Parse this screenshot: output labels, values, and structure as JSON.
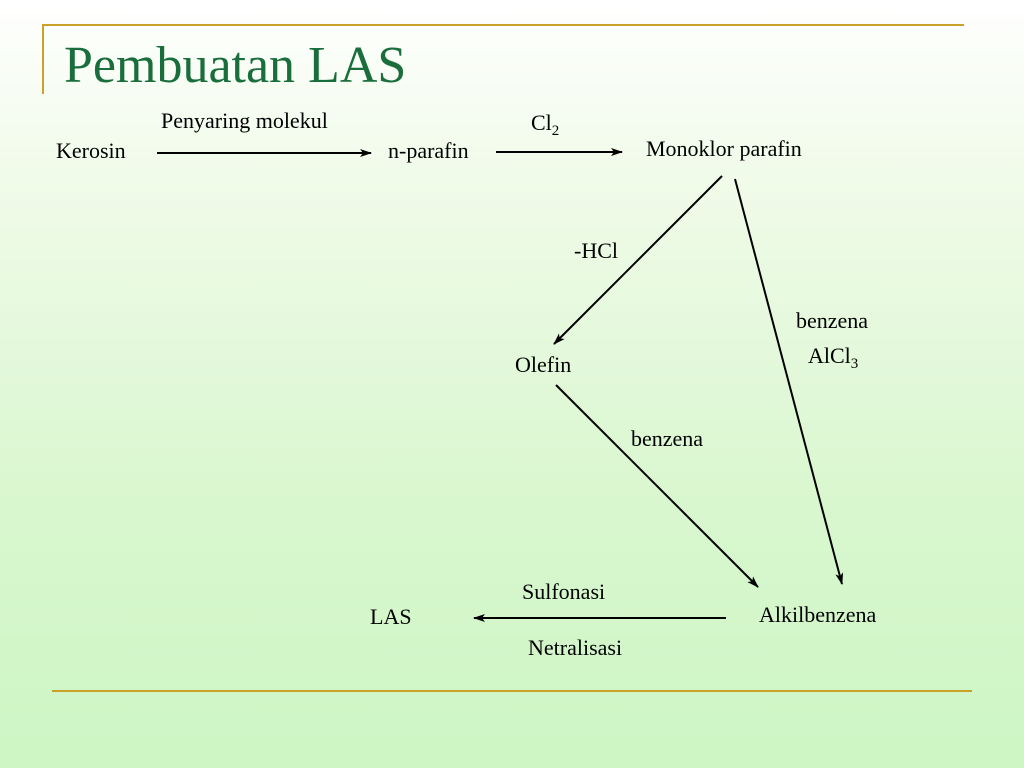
{
  "slide": {
    "title": "Pembuatan LAS",
    "accent_color": "#c9a227",
    "title_color": "#1a6e3c"
  },
  "nodes": {
    "kerosin": "Kerosin",
    "n_parafin": "n-parafin",
    "monoklor_parafin": "Monoklor parafin",
    "olefin": "Olefin",
    "alkilbenzena": "Alkilbenzena",
    "las": "LAS"
  },
  "reagents": {
    "penyaring_molekul": "Penyaring molekul",
    "cl2_base": "Cl",
    "cl2_sub": "2",
    "minus_hcl": "-HCl",
    "benzena_right": "benzena",
    "alcl3_base": "AlCl",
    "alcl3_sub": "3",
    "benzena_mid": "benzena",
    "sulfonasi": "Sulfonasi",
    "netralisasi": "Netralisasi"
  }
}
